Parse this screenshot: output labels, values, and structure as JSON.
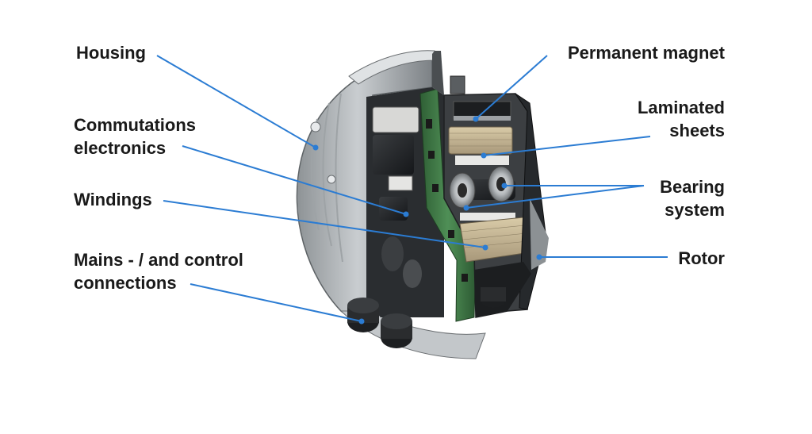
{
  "labels": {
    "housing": [
      "Housing"
    ],
    "commutation": [
      "Commutations",
      "electronics"
    ],
    "windings": [
      "Windings"
    ],
    "mains": [
      "Mains - / and control",
      "connections"
    ],
    "permanent_magnet": [
      "Permanent magnet"
    ],
    "laminated": [
      "Laminated",
      "sheets"
    ],
    "bearing": [
      "Bearing",
      "system"
    ],
    "rotor": [
      "Rotor"
    ]
  },
  "colors": {
    "leader": "#2b7cd3",
    "text": "#1a1a1a",
    "pcb": "#3e7a45",
    "housing": "#b8bcc0"
  }
}
